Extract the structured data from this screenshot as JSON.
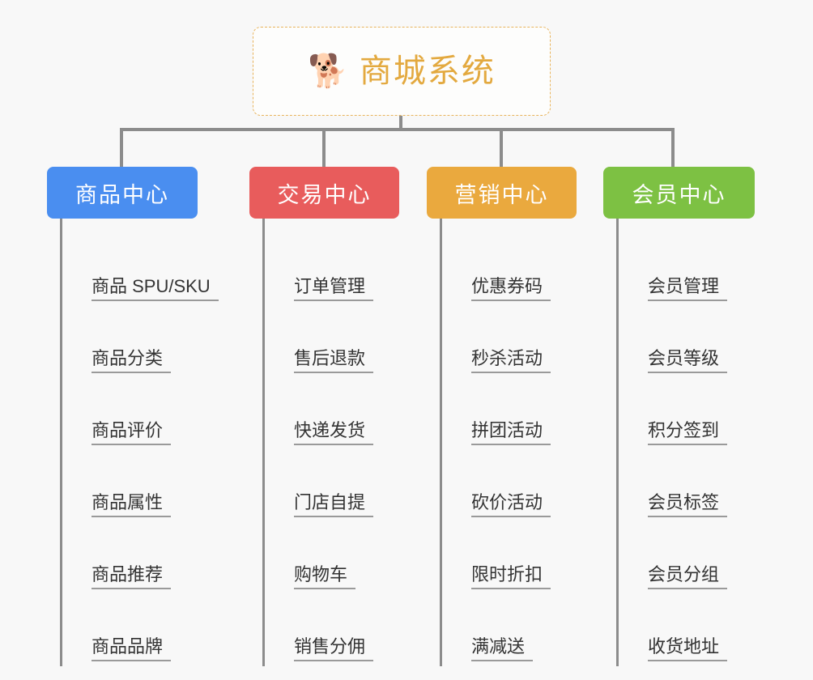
{
  "root": {
    "icon": "shiba-dog-face-emoji",
    "icon_glyph": "🐕",
    "title": "商城系统",
    "title_color": "#e3a93f",
    "border_color": "#e8b45c"
  },
  "canvas": {
    "background": "#f8f8f8",
    "connector_color": "#8c8c8c"
  },
  "columns": [
    {
      "id": "product-center",
      "title": "商品中心",
      "color": "#4a8ef0",
      "items": [
        "商品 SPU/SKU",
        "商品分类",
        "商品评价",
        "商品属性",
        "商品推荐",
        "商品品牌"
      ]
    },
    {
      "id": "trade-center",
      "title": "交易中心",
      "color": "#e85c5c",
      "items": [
        "订单管理",
        "售后退款",
        "快递发货",
        "门店自提",
        "购物车",
        "销售分佣"
      ]
    },
    {
      "id": "marketing-center",
      "title": "营销中心",
      "color": "#eaa93e",
      "items": [
        "优惠券码",
        "秒杀活动",
        "拼团活动",
        "砍价活动",
        "限时折扣",
        "满减送"
      ]
    },
    {
      "id": "member-center",
      "title": "会员中心",
      "color": "#7dc143",
      "items": [
        "会员管理",
        "会员等级",
        "积分签到",
        "会员标签",
        "会员分组",
        "收货地址"
      ]
    }
  ]
}
